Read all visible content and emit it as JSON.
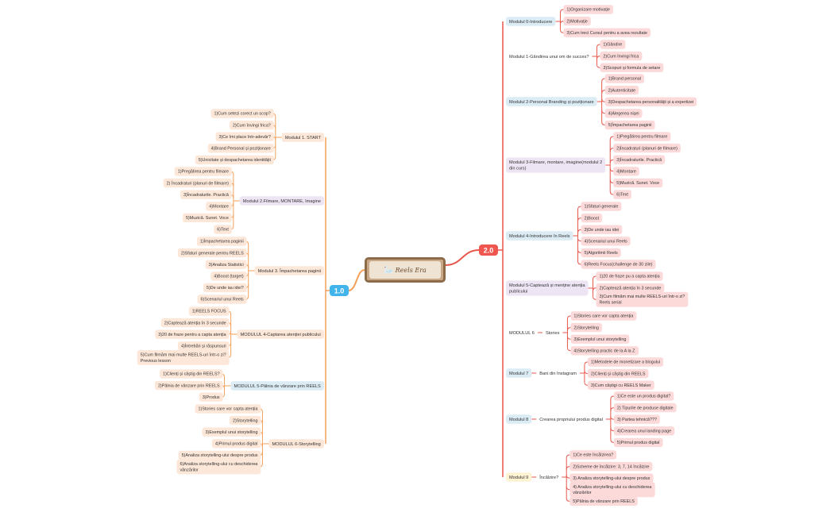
{
  "root": {
    "title": "Reels Era",
    "logo_icon": "swan-logo",
    "colors": {
      "fill": "#c9a887",
      "border": "#8d6a48"
    }
  },
  "colors": {
    "left_branch": "#f2a05a",
    "right_branch": "#e8564b",
    "leaf_left": "#fde7d8",
    "leaf_right": "#fcdada",
    "node_1_0": "#42b4ec",
    "node_2_0": "#f0564f"
  },
  "left": {
    "label": "1.0",
    "modules": [
      {
        "label": "Modulul 1. START",
        "color": "#fde7d8",
        "items": [
          "1)Cum setezi corect un scop?",
          "2)Cum învingi frica?",
          "3)Ce îmi place într-adevăr?",
          "4)Brand Personal și poziționare",
          "5)Unicitate și despachetarea identității"
        ]
      },
      {
        "label": "Modulul 2.Filmare, MONTARE, Imagine",
        "color": "#eee5f4",
        "items": [
          "1)Pregătirea pentru filmare",
          "2) Încadraturi (planuri de filmare)",
          "3)Încadraturile. Practică",
          "4)Montare",
          "5)Muzică. Sunet. Voce",
          "6)Text"
        ]
      },
      {
        "label": "Modulul 3. Împachetarea paginii",
        "color": "#fde7d8",
        "items": [
          "1)Împachetarea paginii",
          "2)Sfaturi generale pentru REELS",
          "3)Analiza Statistici",
          "4)Boost (target)",
          "5)De unde iau idei?",
          "6)Scenariul unui Reels"
        ]
      },
      {
        "label": "MODULUL 4-Captarea atenției publicului",
        "color": "#fde7d8",
        "items": [
          "1)REELS FOCUS",
          "2)Captează atenția în 3 secunde",
          "3)20 de fraze pentru a capta atenția",
          "4)Întrebări și răspunsuri",
          "5)Cum filmăm mai multe REELS-uri într-o zi?\nPrevious lesson"
        ]
      },
      {
        "label": "MODULUL 5-Pâlnia de vânzare prin REELS",
        "color": "#dcecf5",
        "items": [
          "1)Clienți și câștig din REELS?",
          "2)Pâlnia de vânzare prin REELS",
          "3)Produs"
        ]
      },
      {
        "label": "MODULUL 6-Storytelling",
        "color": "#fde7d8",
        "items": [
          "1)Stories care vor capta atenția",
          "2)Storytelling",
          "3)Exemplul unui storytelling",
          "4)Primul produs digital",
          "5)Analiza storytelling-ului despre produs",
          "6)Analiza storytelling-ului cu deschiderea\nvânzărilor"
        ]
      }
    ]
  },
  "right": {
    "label": "2.0",
    "modules": [
      {
        "label": "Modulul 0-Introducere",
        "color": "#dcecf5",
        "items": [
          "1)Organizare motivație",
          "2)Motivație",
          "3)Cum treci Cursul pentru a avea rezultate"
        ]
      },
      {
        "label": "Modulul 1-Gândirea unui om de succes?",
        "color": "#ffffff",
        "items": [
          "1)Gândire",
          "2)Cum învingi frica",
          "3)Scopuri și formula de setare"
        ]
      },
      {
        "label": "Modulul 2-Personal Branding și poziționare",
        "color": "#dcecf5",
        "items": [
          "1)Brand personal",
          "2)Autenticitate",
          "3)Despachetarea personalității și a expertizei",
          "4)Alegerea nișei",
          "5)Împachetarea paginii"
        ]
      },
      {
        "label": "Modulul 3-Filmare, montare, imagine(modulul 2\ndin curs)",
        "color": "#eee5f4",
        "items": [
          "1)Pregătirea pentru filmare",
          "2)Încadraturi (planuri de filmare)",
          "3)Încadraturile. Practică",
          "4)Montare",
          "5)Muzică. Sunet. Voce",
          "6)Text"
        ]
      },
      {
        "label": "Modulul 4-Introducere în Reels",
        "color": "#dcecf5",
        "items": [
          "1)Sfaturi generale",
          "2)Boost",
          "3)De unde iau idei",
          "4)Scenariul unui Reels",
          "5)Algoritmii Reels",
          "6)Reels Focus(challenge de 30 zile)"
        ]
      },
      {
        "label": "Modulul 5-Captează și menține atenția\npublicului",
        "color": "#eee5f4",
        "items": [
          "1)20 de fraze pu a capta atenția",
          "2)Captează atenția în 3 secunde",
          "3)Cum filmăm mai multe REELS-uri într-o zi?\nReels serial"
        ]
      },
      {
        "label": "MODULUL 6",
        "sublabel": "Stories",
        "color": "#ffffff",
        "items": [
          "1)Stories care vor capta atenția",
          "2)Storytelling",
          "3)Exemplul unui storytelling",
          "4)Storytelling practic de la A la Z"
        ]
      },
      {
        "label": "Modulul 7",
        "sublabel": "Bani din Instagram",
        "color": "#dcecf5",
        "items": [
          "1)Metodele de monetizare a blogului",
          "2)Clienți și câștig din REELS",
          "3)Cum câștigi cu REELS Maker"
        ]
      },
      {
        "label": "Modulul 8",
        "sublabel": "Crearea propriului produs digital",
        "color": "#dcecf5",
        "items": [
          "1)Ce este un produs digital?",
          "2) Tipurile de produse digitale",
          "3) Partea tehnică???",
          "4)Crearea unui landing page",
          "5)Primul produs digital"
        ]
      },
      {
        "label": "Modulul 9",
        "sublabel": "Încălzire?",
        "color": "#fef3d2",
        "items": [
          "1)Ce este încălzirea?",
          "2)Scheme de încălzire: 3, 7, 14 încălzire",
          "3) Analiza storytelling-ului despre produs",
          "4) Analiza storytelling-ului cu deschiderea\nvânzărilor",
          "5)Pâlnia de vânzare prin REELS"
        ]
      }
    ]
  }
}
